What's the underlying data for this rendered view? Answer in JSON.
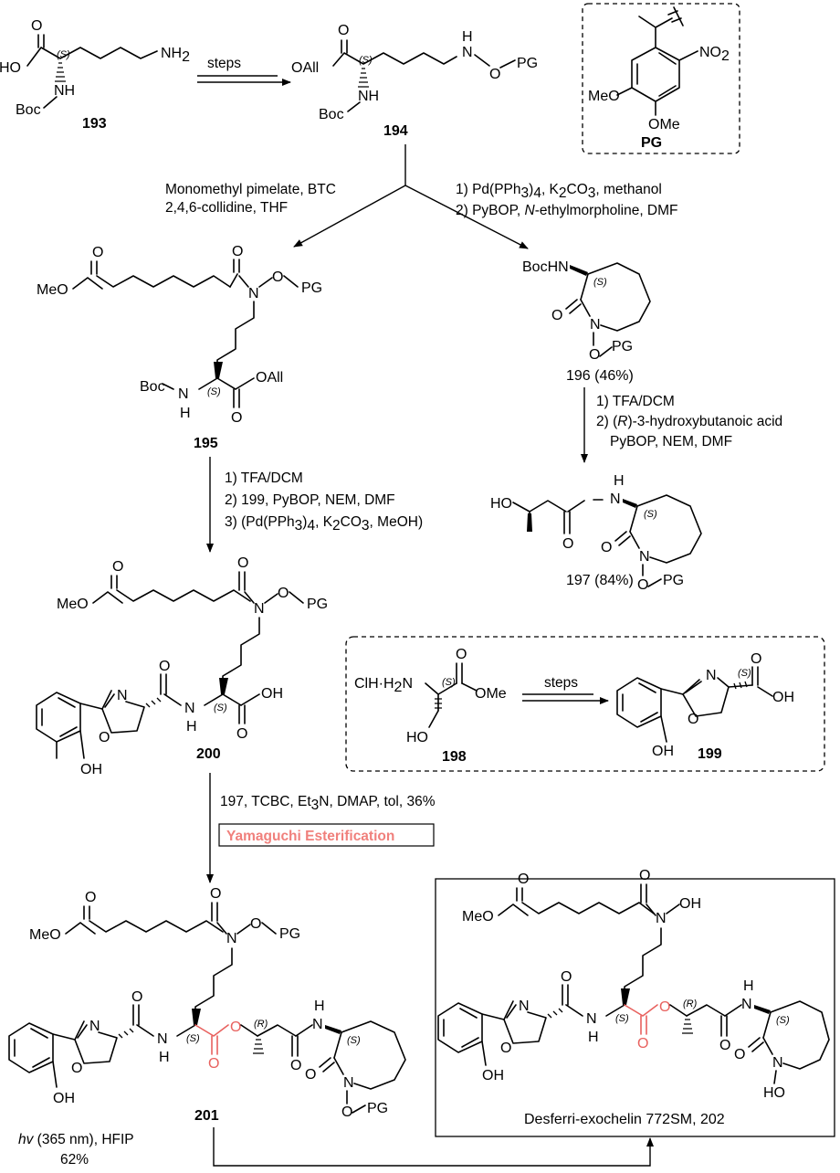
{
  "compounds": {
    "c193": {
      "id": "193"
    },
    "c194": {
      "id": "194"
    },
    "pg": {
      "label": "PG",
      "nitro": "NO",
      "nitro_sub": "2",
      "ome_1": "MeO",
      "ome_2": "OMe"
    },
    "c195": {
      "id": "195"
    },
    "c196": {
      "id": "196",
      "yield": " (46%)"
    },
    "c197": {
      "id": "197",
      "yield": " (84%)"
    },
    "c198": {
      "id": "198",
      "salt": "ClH·H"
    },
    "c199": {
      "id": "199"
    },
    "c200": {
      "id": "200"
    },
    "c201": {
      "id": "201"
    },
    "c202": {
      "name": "Desferri-exochelin 772SM, ",
      "id": "202"
    }
  },
  "atoms": {
    "ho": "HO",
    "oh": "OH",
    "o": "O",
    "n": "N",
    "nh": "NH",
    "nh2": "NH",
    "h": "H",
    "boc": "Boc",
    "bochn": "BocHN",
    "oall": "OAll",
    "meo": "MeO",
    "ome": "OMe",
    "pg": "PG",
    "s": "(S)",
    "r": "(R)",
    "two": "2"
  },
  "steps": {
    "s1": "steps",
    "s_198_199": "steps",
    "left_branch": [
      "Monomethyl pimelate, BTC",
      "2,4,6-collidine, THF"
    ],
    "right_branch": {
      "l1a": "1) Pd(PPh",
      "l1b": "3",
      "l1c": ")",
      "l1d": "4",
      "l1e": ", K",
      "l1f": "2",
      "l1g": "CO",
      "l1h": "3",
      "l1i": ", methanol",
      "l2a": "2) PyBOP, ",
      "l2b": "N",
      "l2c": "-ethylmorpholine, DMF"
    },
    "to_197": {
      "l1": "1) TFA/DCM",
      "l2a": "2) (",
      "l2b": "R",
      "l2c": ")-3-hydroxybutanoic acid",
      "l3": "PyBOP, NEM, DMF"
    },
    "to_200": {
      "l1": "1) TFA/DCM",
      "l2a": "2) ",
      "l2b": "199",
      "l2c": ", PyBOP, NEM, DMF",
      "l3a": "3) (Pd(PPh",
      "l3b": "3",
      "l3c": ")",
      "l3d": "4",
      "l3e": ", K",
      "l3f": "2",
      "l3g": "CO",
      "l3h": "3",
      "l3i": ", MeOH)"
    },
    "to_201": {
      "a": "197",
      "b": ", TCBC, Et",
      "c": "3",
      "d": "N, DMAP, tol, 36%",
      "badge": "Yamaguchi Esterification"
    },
    "to_202": {
      "a": "hv",
      "b": " (365 nm), HFIP",
      "c": "62%"
    }
  },
  "colors": {
    "ester_highlight": "#e8615e",
    "line": "#000000"
  }
}
